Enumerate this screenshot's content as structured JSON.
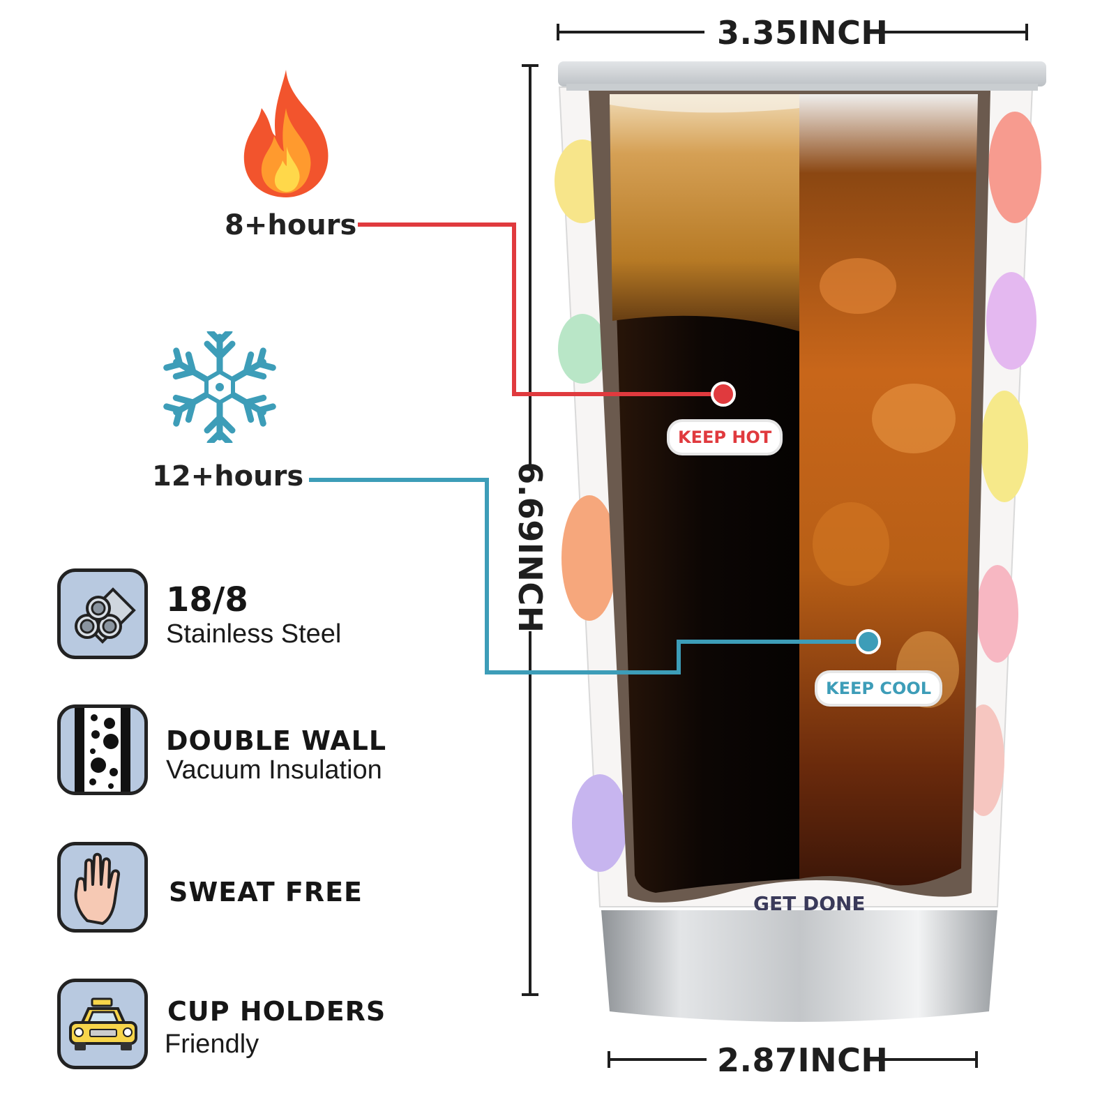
{
  "dimensions": {
    "top_width": "3.35INCH",
    "height": "6.69INCH",
    "bottom_width": "2.87INCH"
  },
  "hot": {
    "hours": "8+hours",
    "badge": "KEEP HOT",
    "color": "#e03a3e",
    "icon": "flame-icon"
  },
  "cold": {
    "hours": "12+hours",
    "badge": "KEEP COOL",
    "color": "#3d9db8",
    "icon": "snowflake-icon"
  },
  "features": [
    {
      "icon": "steel-pipes-icon",
      "title": "18/8",
      "subtitle": "Stainless Steel"
    },
    {
      "icon": "double-wall-icon",
      "title": "DOUBLE WALL",
      "subtitle": "Vacuum Insulation"
    },
    {
      "icon": "hand-icon",
      "title": "SWEAT FREE",
      "subtitle": ""
    },
    {
      "icon": "car-icon",
      "title": "CUP HOLDERS",
      "subtitle": "Friendly"
    }
  ],
  "tumbler_print_text": "GET DONE",
  "colors": {
    "icon_bg": "#b8c9e0",
    "frame": "#6b5a4e",
    "coffee": "#120a06",
    "iced": "#b05a14"
  }
}
